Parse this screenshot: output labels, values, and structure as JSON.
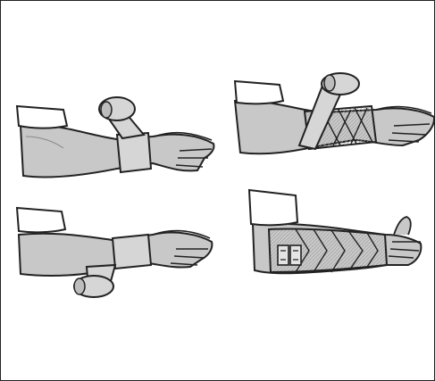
{
  "illustration": {
    "panels": [
      {
        "id": "step-1"
      },
      {
        "id": "step-2"
      },
      {
        "id": "step-3"
      },
      {
        "id": "step-4"
      }
    ],
    "colors": {
      "border": "#222222",
      "skin": "#c8c8c8",
      "bandage": "#d6d6d6",
      "sleeve": "#ffffff",
      "outline": "#222222",
      "background": "#ffffff"
    }
  }
}
